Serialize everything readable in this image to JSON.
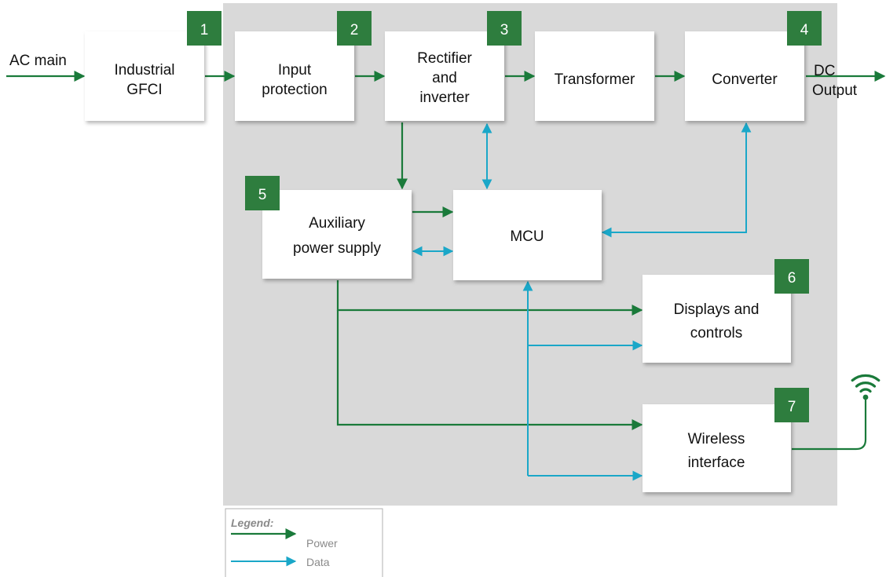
{
  "colors": {
    "power": "#1a7a3a",
    "data": "#1aa7c8",
    "badge": "#2e7d3e",
    "background_region": "#d9d9d9"
  },
  "inputs": {
    "ac_main": "AC main"
  },
  "outputs": {
    "dc_output_line1": "DC",
    "dc_output_line2": "Output"
  },
  "blocks": {
    "gfci": {
      "line1": "Industrial",
      "line2": "GFCI",
      "badge": "1"
    },
    "input_protection": {
      "line1": "Input",
      "line2": "protection",
      "badge": "2"
    },
    "rectifier": {
      "line1": "Rectifier",
      "line2": "and",
      "line3": "inverter",
      "badge": "3"
    },
    "transformer": {
      "line1": "Transformer"
    },
    "converter": {
      "line1": "Converter",
      "badge": "4"
    },
    "aux_supply": {
      "line1": "Auxiliary",
      "line2": "power supply",
      "badge": "5"
    },
    "mcu": {
      "line1": "MCU"
    },
    "displays": {
      "line1": "Displays and",
      "line2": "controls",
      "badge": "6"
    },
    "wireless": {
      "line1": "Wireless",
      "line2": "interface",
      "badge": "7"
    }
  },
  "legend": {
    "title": "Legend:",
    "power": "Power",
    "data": "Data"
  },
  "icons": {
    "antenna": "wifi-antenna-icon"
  }
}
